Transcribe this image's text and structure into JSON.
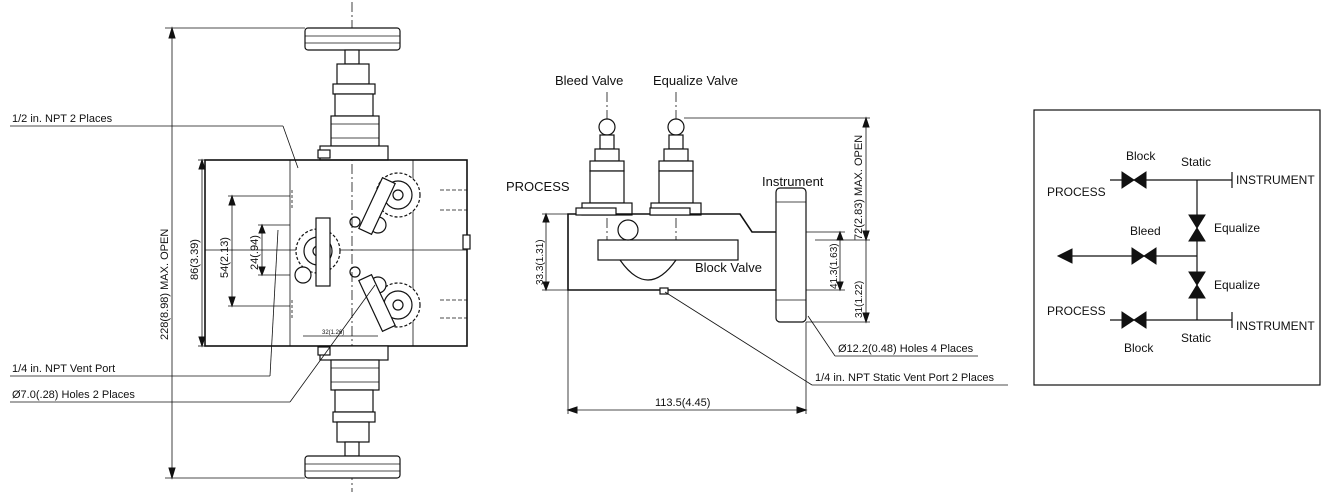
{
  "front_view": {
    "npt_half_label": "1/2 in. NPT 2 Places",
    "vent_port_label": "1/4 in. NPT Vent Port",
    "holes_label": "Ø7.0(.28) Holes 2 Places",
    "dim_overall": "228(8.98) MAX. OPEN",
    "dim_body": "86(3.39)",
    "dim_inner": "54(2.13)",
    "dim_small": "24(.94)",
    "dim_horizontal": "32(1.26)"
  },
  "side_view": {
    "bleed_valve_label": "Bleed Valve",
    "equalize_valve_label": "Equalize Valve",
    "process_label": "PROCESS",
    "instrument_label": "Instrument",
    "block_valve_label": "Block Valve",
    "dim_left": "33.3(1.31)",
    "dim_max_open": "72(2.83) MAX. OPEN",
    "dim_right_upper": "41.3(1.63)",
    "dim_right_lower": "31(1.22)",
    "dim_width": "113.5(4.45)",
    "holes_label": "Ø12.2(0.48) Holes 4 Places",
    "static_vent_label": "1/4 in. NPT Static Vent Port 2 Places"
  },
  "schematic": {
    "block_top": "Block",
    "static_top": "Static",
    "instrument_top": "INSTRUMENT",
    "process_top": "PROCESS",
    "bleed": "Bleed",
    "equalize_top": "Equalize",
    "equalize_bottom": "Equalize",
    "process_bottom": "PROCESS",
    "instrument_bottom": "INSTRUMENT",
    "static_bottom": "Static",
    "block_bottom": "Block"
  }
}
